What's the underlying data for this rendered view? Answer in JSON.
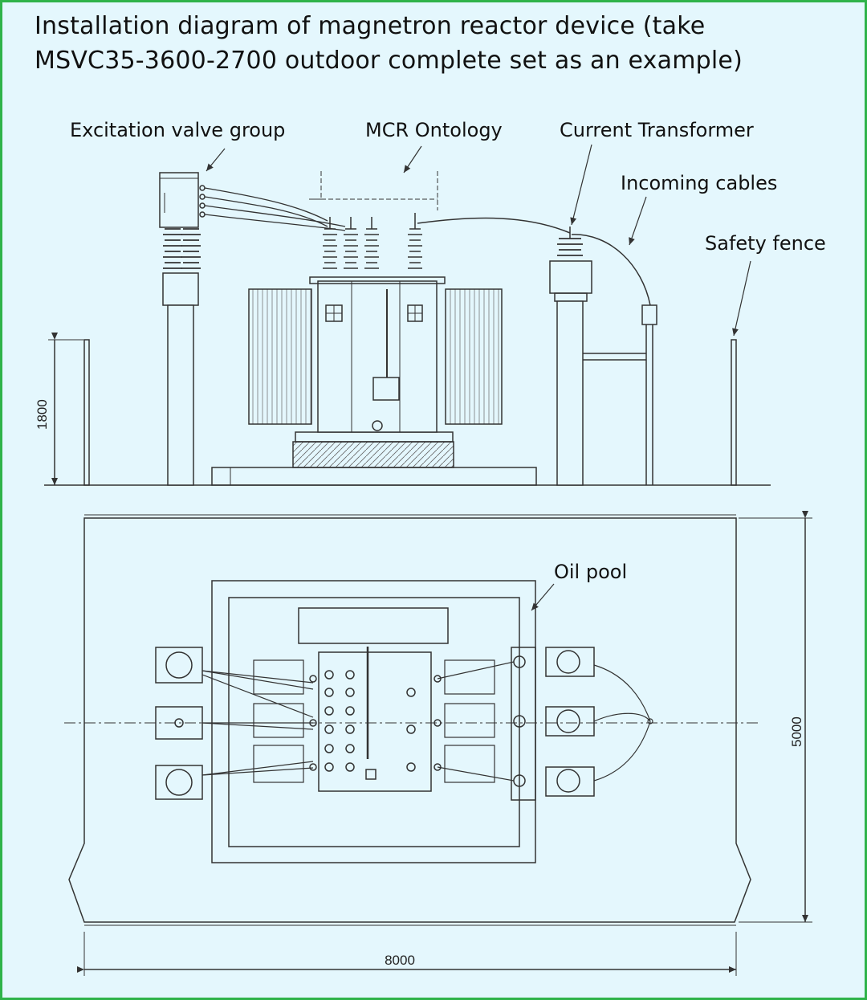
{
  "title": {
    "line1": "Installation diagram of magnetron reactor device (take",
    "line2": "MSVC35-3600-2700 outdoor complete set as an example)"
  },
  "labels": {
    "excitation_valve_group": "Excitation valve group",
    "mcr_ontology": "MCR Ontology",
    "current_transformer": "Current Transformer",
    "incoming_cables": "Incoming cables",
    "safety_fence": "Safety fence",
    "oil_pool": "Oil pool"
  },
  "dimensions": {
    "fence_height": "1800",
    "plan_depth": "5000",
    "plan_width": "8000"
  },
  "colors": {
    "frame_border": "#2fb34a",
    "background": "#e4f7fd",
    "line": "#333333"
  }
}
